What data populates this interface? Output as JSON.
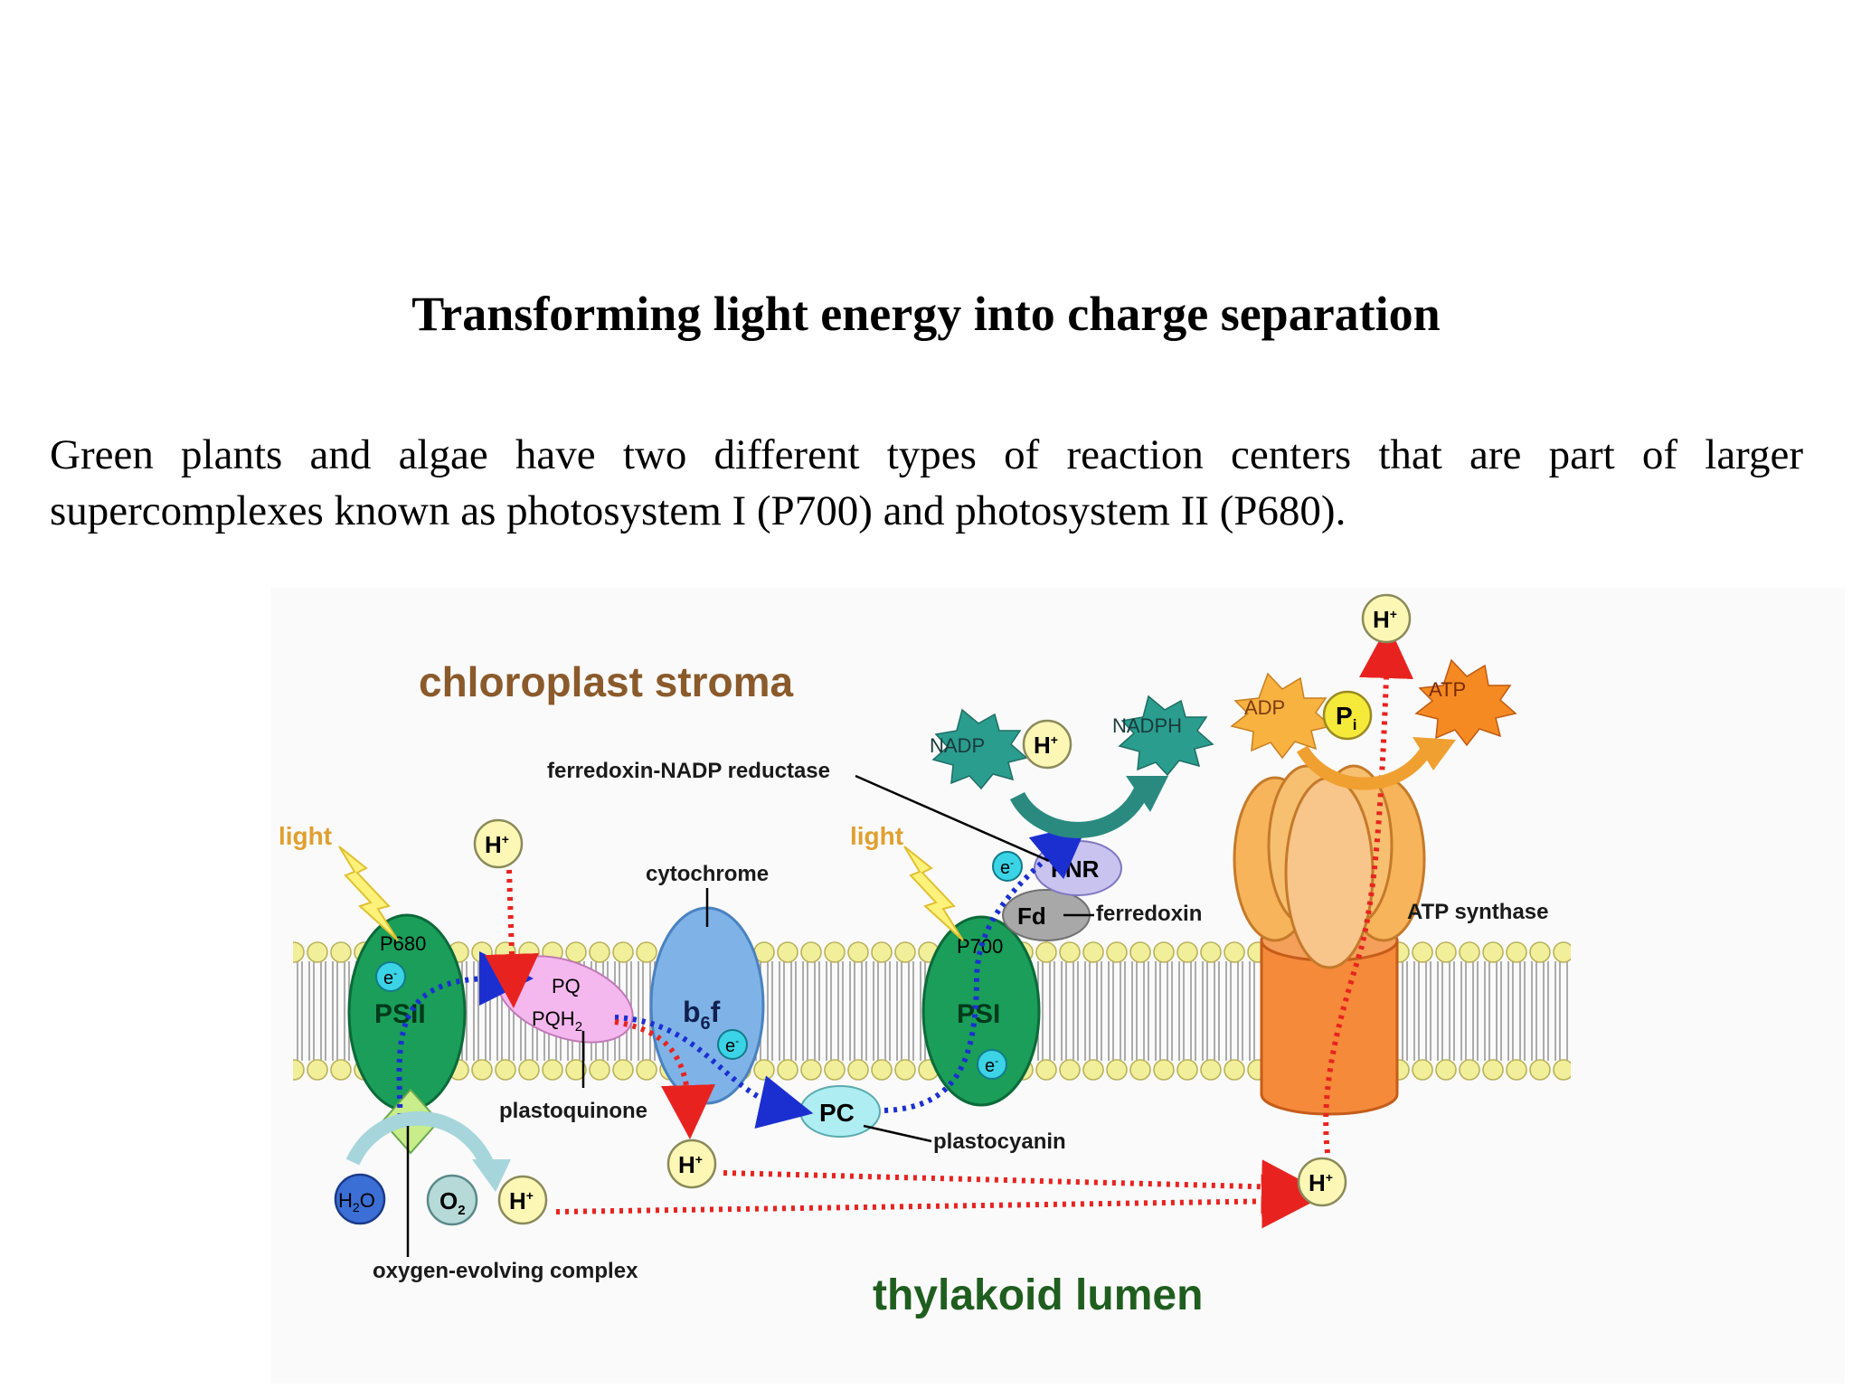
{
  "title": "Transforming light energy into charge separation",
  "paragraph": "Green plants and algae have two different types of reaction centers that are part of larger supercomplexes known as photosystem I (P700) and photosystem II (P680).",
  "diagram": {
    "regions": {
      "stroma": "chloroplast stroma",
      "lumen": "thylakoid lumen"
    },
    "labels": {
      "light_left": "light",
      "light_right": "light",
      "p680": "P680",
      "psii": "PSII",
      "p700": "P700",
      "psi": "PSI",
      "pq": "PQ",
      "pqh2": "PQH",
      "pqh2_sub": "2",
      "b6f": "b",
      "b6f_sub": "6",
      "b6f_tail": "f",
      "pc": "PC",
      "fd": "Fd",
      "fnr": "FNR",
      "cytochrome": "cytochrome",
      "plastoquinone": "plastoquinone",
      "plastocyanin": "plastocyanin",
      "ferredoxin": "ferredoxin",
      "fnr_long": "ferredoxin-NADP reductase",
      "atp_synthase": "ATP synthase",
      "oec": "oxygen-evolving complex",
      "nadp": "NADP",
      "nadph": "NADPH",
      "adp": "ADP",
      "atp": "ATP",
      "pi": "P",
      "pi_sub": "i",
      "h2o": "H",
      "h2o_sub": "2",
      "h2o_tail": "O",
      "o2": "O",
      "o2_sub": "2",
      "hplus": "H",
      "hplus_sup": "+",
      "electron": "e",
      "electron_sup": "-"
    },
    "colors": {
      "stroma_text": "#8b5a2b",
      "lumen_text": "#1f5e1f",
      "light_text": "#e0a030",
      "psii_green": "#1a9e5a",
      "psi_green": "#1a9e5a",
      "b6f_blue": "#7fb3e8",
      "pq_pink": "#f4b8ee",
      "pc_cyan": "#aeeef2",
      "fnr_purple": "#c9c3f0",
      "fd_gray": "#a8a8a8",
      "atp_orange": "#f7a24a",
      "atp_stalk": "#f58a3a",
      "nadp_teal": "#2a9d8f",
      "lipid_yellow": "#f2ef9a",
      "proton_yellow": "#fdf7b6",
      "electron_cyan": "#3ad4e6",
      "h2o_blue": "#3b6fd6",
      "o2_teal": "#b6dad8",
      "red_path": "#e8231f",
      "blue_path": "#1b2fd1"
    }
  }
}
